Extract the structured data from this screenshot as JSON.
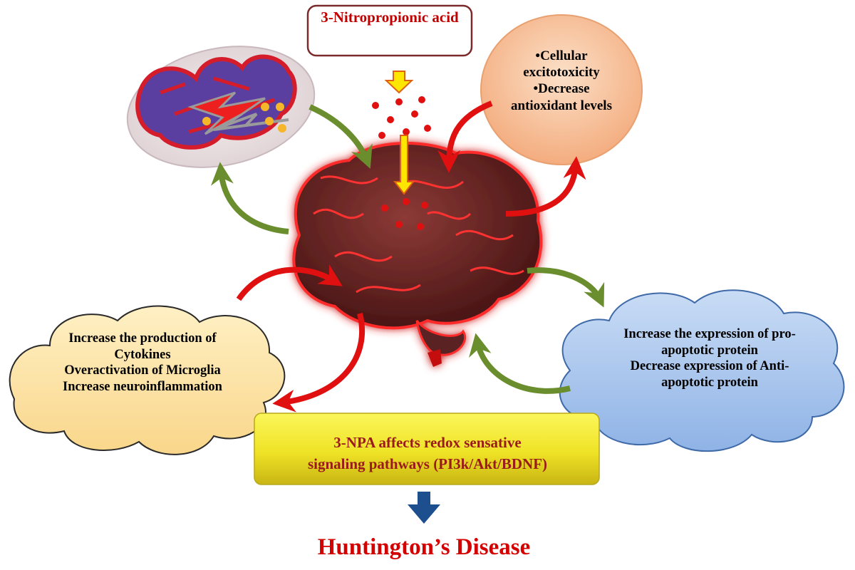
{
  "colors": {
    "accent_red": "#e01010",
    "arrow_green": "#6a8e2e",
    "disease_red": "#d40000",
    "yellow_box": "#f2ea2a",
    "blue_cloud": "#9fc0ea",
    "peach_cloud": "#fde3a3",
    "orange_ellipse": "#f6b888",
    "down_arrow_blue": "#1d4e8e",
    "brain_fill": "#6b2424"
  },
  "toxin_label": "3-Nitropropionic acid",
  "excitotoxicity": {
    "line1": "•Cellular",
    "line2": "excitotoxicity",
    "line3": "•Decrease",
    "line4": "antioxidant  levels"
  },
  "inflammation": {
    "line1": "Increase the production of",
    "line2": "Cytokines",
    "line3": "Overactivation of Microglia",
    "line4": "Increase neuroinflammation"
  },
  "apoptosis": {
    "line1": "Increase the expression of pro-",
    "line2": "apoptotic protein",
    "line3": "Decrease expression of Anti-",
    "line4": "apoptotic protein"
  },
  "redox": {
    "line1": "3-NPA affects redox sensative",
    "line2": "signaling pathways (PI3k/Akt/BDNF)"
  },
  "outcome": "Huntington’s Disease",
  "icons": [
    "mitochondrion-icon",
    "lightning-icon",
    "brain-icon",
    "particle-dots",
    "down-arrow-icon"
  ]
}
